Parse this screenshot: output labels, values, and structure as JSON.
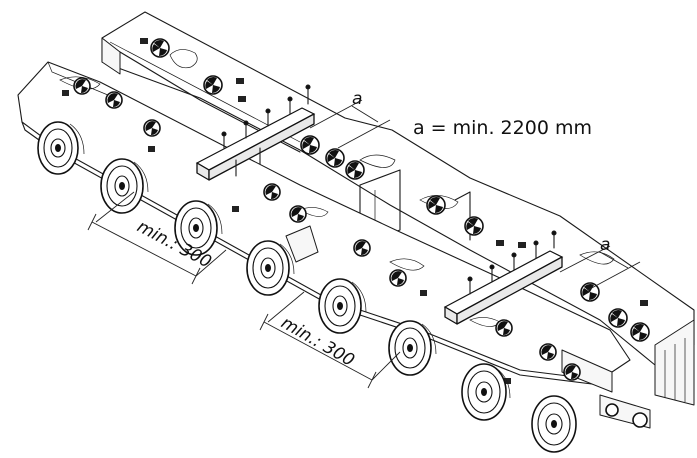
{
  "annotation": {
    "spacing_note": "a = min. 2200 mm"
  },
  "dimensions": {
    "label_a_upper": "a",
    "label_a_lower": "a",
    "min_upper": "min.: 300",
    "min_lower": "min.: 300"
  }
}
